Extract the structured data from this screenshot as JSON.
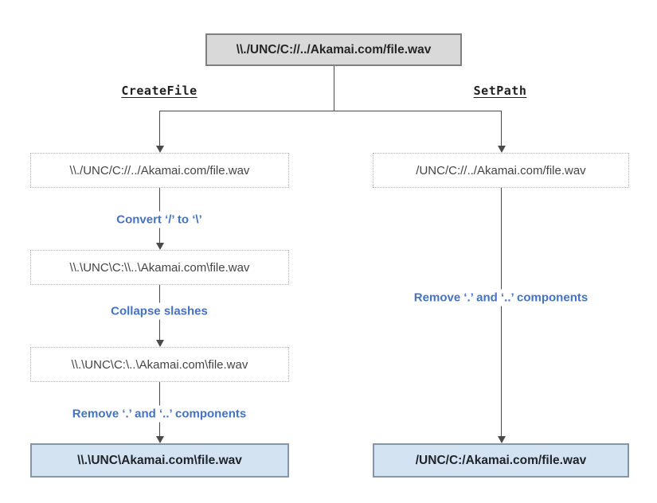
{
  "root_box": {
    "path": "\\\\./UNC/C://../Akamai.com/file.wav"
  },
  "left_branch": {
    "api_label": "CreateFile",
    "step1_path": "\\\\./UNC/C://../Akamai.com/file.wav",
    "op1_label": "Convert ‘/’ to ‘\\’",
    "step2_path": "\\\\.\\UNC\\C:\\\\..\\Akamai.com\\file.wav",
    "op2_label": "Collapse slashes",
    "step3_path": "\\\\.\\UNC\\C:\\..\\Akamai.com\\file.wav",
    "op3_label": "Remove ‘.’ and ‘..’ components",
    "result_path": "\\\\.\\UNC\\Akamai.com\\file.wav"
  },
  "right_branch": {
    "api_label": "SetPath",
    "step1_path": "/UNC/C://../Akamai.com/file.wav",
    "op1_label": "Remove ‘.’ and ‘..’ components",
    "result_path": "/UNC/C:/Akamai.com/file.wav"
  },
  "colors": {
    "root_box_fill": "#d9d9d9",
    "root_box_border": "#7f7f7f",
    "result_box_fill": "#d3e3f2",
    "result_box_border": "#8496a9",
    "dashed_box_border": "#b3b3b3",
    "operation_text": "#4472c4",
    "connector_line": "#4a4a4a"
  }
}
